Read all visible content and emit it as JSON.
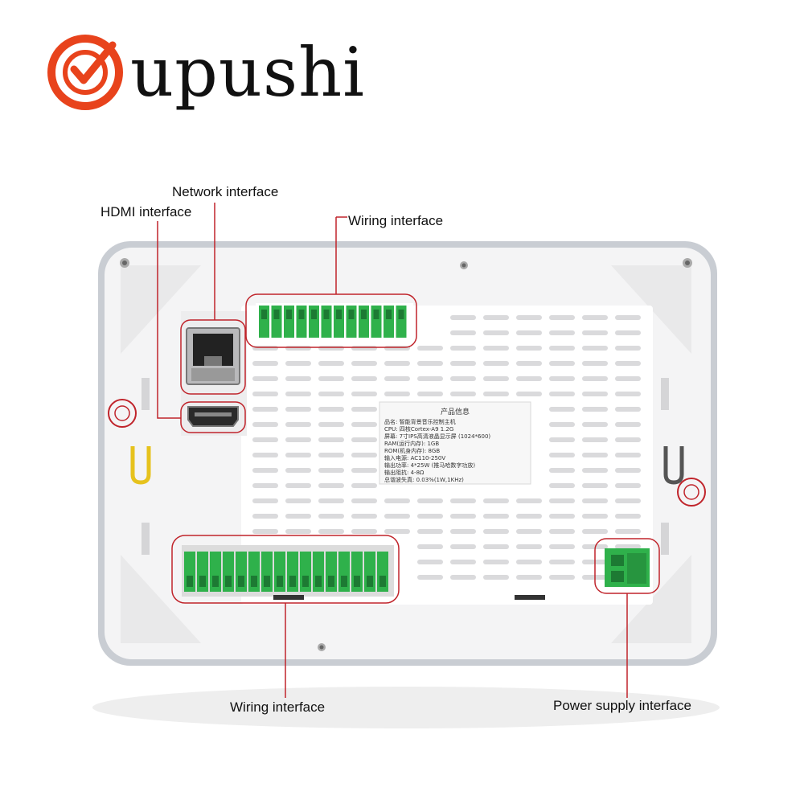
{
  "brand": {
    "name": "upushi",
    "accent": "#e8431c"
  },
  "callouts": {
    "network": "Network interface",
    "hdmi": "HDMI interface",
    "wiring_top": "Wiring interface",
    "wiring_bottom": "Wiring interface",
    "power": "Power supply interface"
  },
  "product_label": {
    "heading": "产品信息",
    "lines": [
      "品名: 智能背景音乐控制主机",
      "CPU: 四核Cortex-A9 1.2G",
      "屏幕: 7寸IPS高清液晶显示屏 (1024*600)",
      "RAM(运行内存): 1GB",
      "ROM(机身内存): 8GB",
      "输入电源: AC110-250V",
      "输出功率: 4*25W (推马哈数字功放)",
      "输出阻抗: 4-8Ω",
      "总谐波失真: 0.03%(1W,1KHz)"
    ]
  },
  "colors": {
    "device": "#f3f3f4",
    "frame": "#c9cdd3",
    "terminal": "#2fb14b",
    "callout_ring": "#c0242b"
  }
}
